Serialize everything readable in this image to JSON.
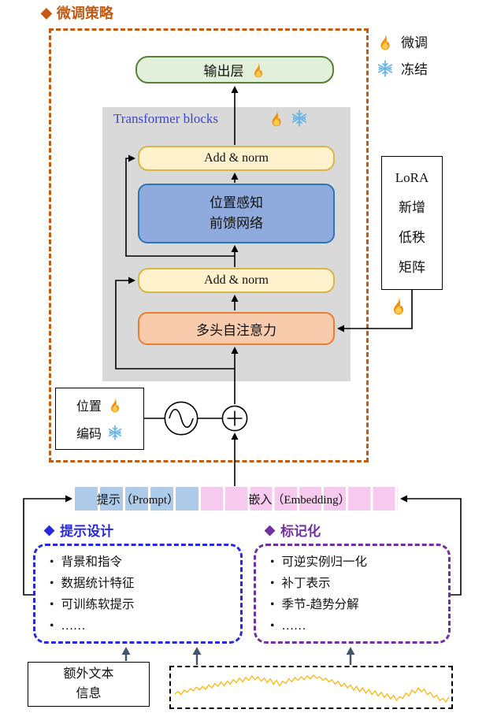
{
  "header": {
    "marker": "◆",
    "title": "微调策略"
  },
  "legend": {
    "finetune": "微调",
    "freeze": "冻结"
  },
  "diagram": {
    "output_layer": "输出层",
    "transformer_blocks_label": "Transformer blocks",
    "add_norm_top": "Add & norm",
    "ffn": {
      "line1": "位置感知",
      "line2": "前馈网络"
    },
    "add_norm_bottom": "Add & norm",
    "attention": "多头自注意力",
    "positional_encoding": {
      "line1": "位置",
      "line2": "编码"
    },
    "lora_lines": [
      "LoRA",
      "新增",
      "低秩",
      "矩阵"
    ]
  },
  "bars": {
    "prompt": "提示（Prompt）",
    "embedding": "嵌入（Embedding）"
  },
  "prompt_design": {
    "marker": "◆",
    "title": "提示设计",
    "items": [
      "背景和指令",
      "数据统计特征",
      "可训练软提示",
      "……"
    ]
  },
  "tokenization": {
    "marker": "◆",
    "title": "标记化",
    "items": [
      "可逆实例归一化",
      "补丁表示",
      "季节-趋势分解",
      "……"
    ]
  },
  "extra_text_box": {
    "line1": "额外文本",
    "line2": "信息"
  },
  "colors": {
    "strategy_accent": "#C55A11",
    "output_fill": "#E2EFDA",
    "output_border": "#548235",
    "addnorm_fill": "#FFF2CC",
    "addnorm_border": "#D9B648",
    "ffn_fill": "#8FAADC",
    "ffn_border": "#2E75B6",
    "attention_fill": "#F8CBAD",
    "attention_border": "#ED7D31",
    "transformer_label": "#3B46C9",
    "prompt_design_accent": "#2828DC",
    "tokenization_accent": "#7030A0",
    "prompt_cell": "#AECBEA",
    "embedding_cell": "#F6C9EE",
    "bottom_arrow": "#44546A",
    "flame": "#F4900C",
    "snowflake": "#63B3E4",
    "series": "#FFB300"
  },
  "chart_data": {
    "type": "line",
    "title": "",
    "xlabel": "",
    "ylabel": "",
    "legend": "none",
    "grid": false,
    "axes_visible": false,
    "series_color": "#FFB300",
    "values": [
      40,
      43,
      39,
      45,
      42,
      47,
      44,
      49,
      45,
      50,
      46,
      52,
      48,
      54,
      50,
      56,
      51,
      57,
      53,
      59,
      55,
      61,
      56,
      62,
      58,
      64,
      59,
      63,
      57,
      61,
      55,
      60,
      53,
      58,
      51,
      57,
      54,
      60,
      56,
      62,
      58,
      63,
      59,
      64,
      60,
      65,
      61,
      63,
      58,
      61,
      56,
      59,
      53,
      57,
      50,
      54,
      48,
      52,
      45,
      50,
      43,
      48,
      41,
      46,
      39,
      44,
      37,
      42,
      35,
      40,
      33,
      38,
      31,
      36,
      34,
      41,
      37,
      45,
      41,
      48,
      43,
      46,
      39,
      42,
      35,
      38,
      31,
      34,
      29,
      36
    ]
  }
}
